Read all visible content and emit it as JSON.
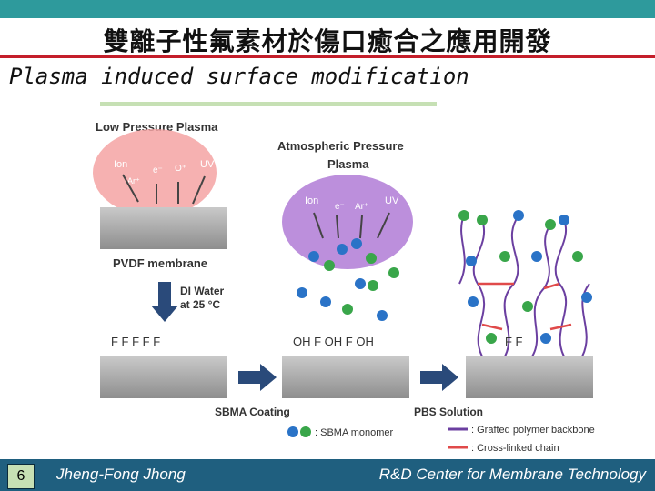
{
  "slide": {
    "title": "雙離子性氟素材於傷口癒合之應用開發",
    "subtitle": "Plasma induced surface modification",
    "page_number": "6",
    "author": "Jheng-Fong Jhong",
    "organization": "R&D Center for Membrane Technology"
  },
  "figure": {
    "low_pressure_title": "Low Pressure Plasma",
    "atmospheric_title_1": "Atmospheric Pressure",
    "atmospheric_title_2": "Plasma",
    "ion": "Ion",
    "electron": "e⁻",
    "oxygen_ion": "O⁺",
    "argon_ion": "Ar⁺",
    "argon": "Ar⁺",
    "uv": "UV",
    "membrane_label": "PVDF membrane",
    "di_water_1": "DI Water",
    "di_water_2": "at 25 °C",
    "f_groups_1": "F F F F F",
    "f_groups_2": "OH F OH F OH",
    "f_groups_3": "F F",
    "sbma_coating": "SBMA Coating",
    "pbs_solution": "PBS Solution",
    "legend_monomer": ": SBMA monomer",
    "legend_backbone": ": Grafted polymer backbone",
    "legend_crosslink": ": Cross-linked chain"
  },
  "colors": {
    "top_bar": "#2e9a9c",
    "title_rule": "#c41e2a",
    "footer": "#1f5f7f",
    "low_plasma": "#f4a3a3",
    "atm_plasma": "#b07bd6",
    "monomer_blue": "#2a73c7",
    "monomer_green": "#39a64a",
    "backbone": "#6b3fa0",
    "crosslink": "#e04a4a"
  }
}
